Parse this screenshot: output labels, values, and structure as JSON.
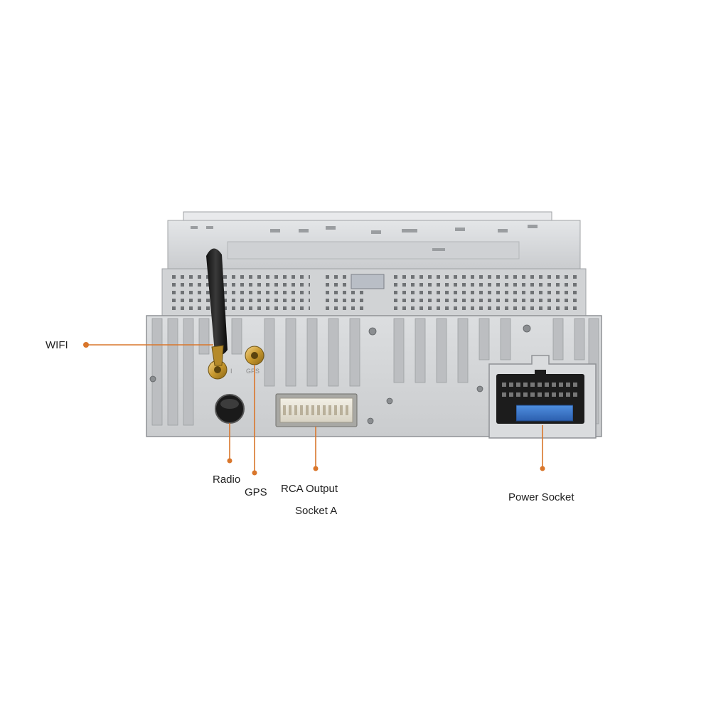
{
  "colors": {
    "callout": "#d9762b",
    "background": "#ffffff",
    "chassis": "#d3d5d7",
    "chassis_dark": "#a9abae",
    "label_text": "#222222"
  },
  "device": {
    "name_icon": "car-stereo-head-unit-rear",
    "gps_port_print": "GPS",
    "wifi_port_print": "I"
  },
  "callouts": {
    "wifi": "WIFI",
    "radio": "Radio",
    "gps": "GPS",
    "rca_line1": "RCA Output",
    "rca_line2": "Socket A",
    "power": "Power Socket"
  }
}
